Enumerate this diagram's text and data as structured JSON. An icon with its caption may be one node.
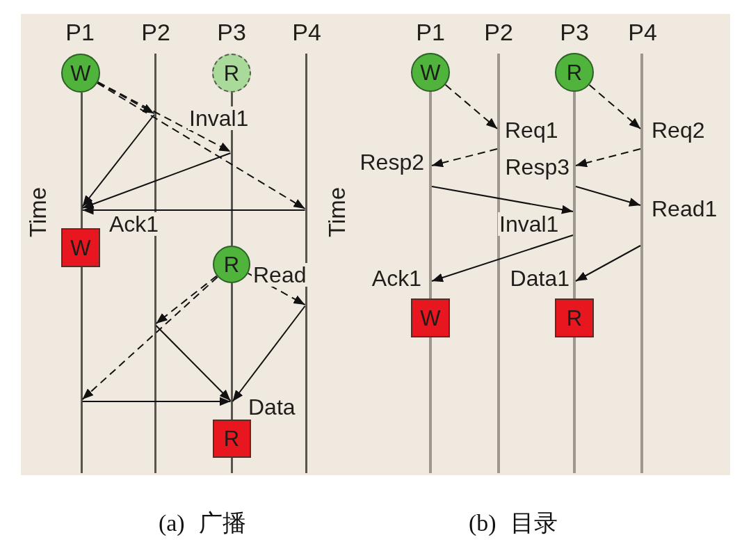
{
  "diagram": {
    "nodes": [
      {
        "text": [],
        "shape": "line"
      },
      {
        "text": [],
        "shape": "line"
      },
      {
        "text": [],
        "shape": "line"
      },
      {
        "text": [],
        "shape": "line"
      },
      {
        "text": [
          "W"
        ]
      },
      {
        "text": [
          "R"
        ]
      },
      {
        "text": [
          "W"
        ]
      },
      {
        "text": [
          "R"
        ]
      },
      {
        "text": [],
        "shape": "line"
      },
      {
        "text": [],
        "shape": "line"
      },
      {
        "text": [
          "R"
        ]
      },
      {
        "text": [],
        "shape": "line"
      },
      {
        "text": [],
        "shape": "line"
      },
      {
        "text": [],
        "shape": "line"
      },
      {
        "text": [],
        "shape": "line"
      },
      {
        "text": [],
        "shape": "line"
      },
      {
        "text": [
          "W"
        ]
      },
      {
        "text": [
          "R"
        ]
      },
      {
        "text": [
          "W"
        ]
      },
      {
        "text": [
          "R"
        ]
      },
      {
        "text": [],
        "shape": "line"
      },
      {
        "text": [],
        "shape": "line"
      }
    ],
    "edges": [
      {
        "from": 4,
        "to": 1,
        "arrow": "to",
        "style": "dashed"
      },
      {
        "from": 4,
        "to": 2,
        "arrow": "to",
        "style": "dashed",
        "label": "Inval1"
      },
      {
        "from": 4,
        "to": 3,
        "arrow": "to",
        "style": "dashed"
      },
      {
        "from": 1,
        "to": 0,
        "arrow": "to"
      },
      {
        "from": 2,
        "to": 0,
        "arrow": "to"
      },
      {
        "from": 3,
        "to": 0,
        "arrow": "to",
        "label": "Ack1"
      },
      {
        "from": 7,
        "to": 1,
        "arrow": "to",
        "style": "dashed"
      },
      {
        "from": 7,
        "to": 3,
        "arrow": "to",
        "style": "dashed",
        "label": "Read"
      },
      {
        "from": 7,
        "to": 8,
        "arrow": "to",
        "style": "dashed"
      },
      {
        "from": 1,
        "to": 9,
        "arrow": "to"
      },
      {
        "from": 3,
        "to": 9,
        "arrow": "to"
      },
      {
        "from": 8,
        "to": 9,
        "arrow": "to",
        "label": "Data"
      },
      {
        "from": 16,
        "to": 13,
        "arrow": "to",
        "style": "dashed",
        "label": "Req1"
      },
      {
        "from": 17,
        "to": 15,
        "arrow": "to",
        "style": "dashed",
        "label": "Req2"
      },
      {
        "from": 13,
        "to": 12,
        "arrow": "to",
        "style": "dashed",
        "label": "Resp2"
      },
      {
        "from": 15,
        "to": 14,
        "arrow": "to",
        "style": "dashed",
        "label": "Resp3"
      },
      {
        "from": 12,
        "to": 14,
        "arrow": "to",
        "label": "Inval1"
      },
      {
        "from": 14,
        "to": 15,
        "arrow": "to",
        "label": "Read1"
      },
      {
        "from": 14,
        "to": 12,
        "arrow": "to",
        "label": "Ack1"
      },
      {
        "from": 15,
        "to": 14,
        "arrow": "to",
        "label": "Data1"
      }
    ],
    "labels": [
      "P1",
      "P2",
      "P3",
      "P4",
      "P1",
      "P2",
      "P3",
      "P4",
      "Time",
      "Time",
      "(a) 广播",
      "(b) 目录"
    ]
  }
}
